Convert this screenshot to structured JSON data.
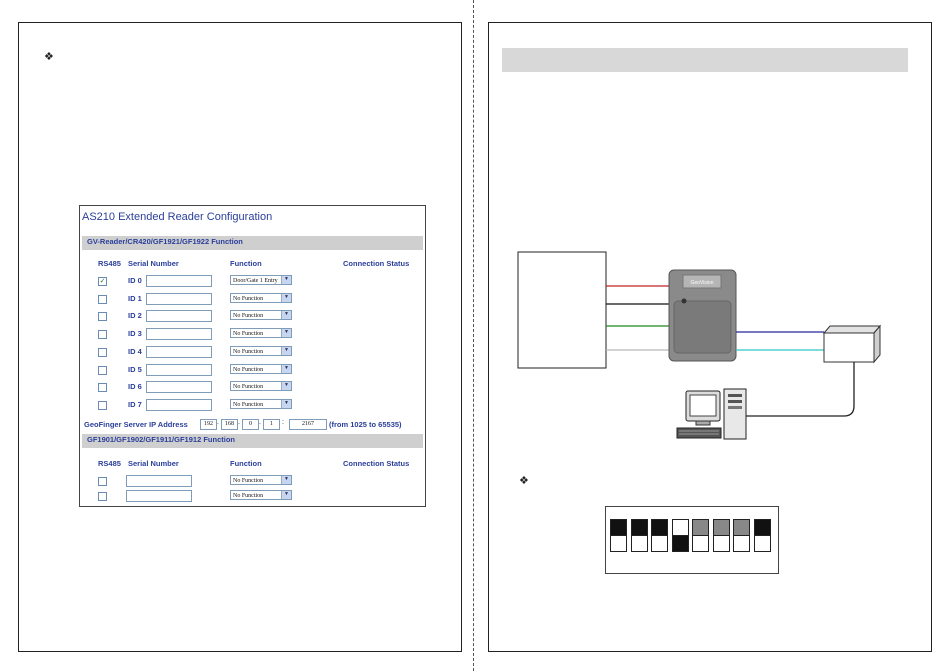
{
  "bullets": [
    "❖",
    "❖"
  ],
  "config": {
    "title": "AS210 Extended Reader Configuration",
    "section1": "GV-Reader/CR420/GF1921/GF1922 Function",
    "section2": "GF1901/GF1902/GF1911/GF1912 Function",
    "headers": {
      "rs485": "RS485",
      "serial": "Serial Number",
      "function": "Function",
      "status": "Connection Status"
    },
    "readers": [
      {
        "id": "ID 0",
        "checked": true,
        "function": "Door/Gate 1 Entry"
      },
      {
        "id": "ID 1",
        "checked": false,
        "function": "No Function"
      },
      {
        "id": "ID 2",
        "checked": false,
        "function": "No Function"
      },
      {
        "id": "ID 3",
        "checked": false,
        "function": "No Function"
      },
      {
        "id": "ID 4",
        "checked": false,
        "function": "No Function"
      },
      {
        "id": "ID 5",
        "checked": false,
        "function": "No Function"
      },
      {
        "id": "ID 6",
        "checked": false,
        "function": "No Function"
      },
      {
        "id": "ID 7",
        "checked": false,
        "function": "No Function"
      }
    ],
    "ip": {
      "label": "GeoFinger Server IP Address",
      "octets": [
        "192",
        "168",
        "0",
        "1"
      ],
      "port": "2167",
      "range": "(from 1025 to 65535)"
    },
    "gf_rows": [
      {
        "checked": false,
        "function": "No Function"
      },
      {
        "checked": false,
        "function": "No Function"
      }
    ]
  },
  "device": {
    "brand": "GeoVision"
  },
  "dip_switches": [
    {
      "state": "on",
      "color": "#111111"
    },
    {
      "state": "on",
      "color": "#111111"
    },
    {
      "state": "on",
      "color": "#111111"
    },
    {
      "state": "off",
      "color": "#111111"
    },
    {
      "state": "on",
      "color": "#888888"
    },
    {
      "state": "on",
      "color": "#888888"
    },
    {
      "state": "on",
      "color": "#888888"
    },
    {
      "state": "on",
      "color": "#111111"
    }
  ]
}
